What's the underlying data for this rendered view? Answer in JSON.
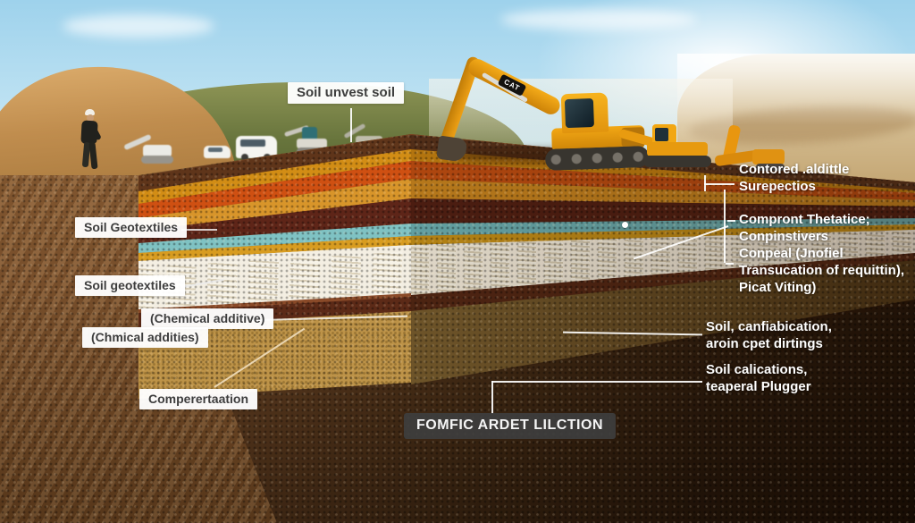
{
  "labels": {
    "top_surface": "Soil unvest soil",
    "left": [
      "Soil Geotextiles",
      "Soil geotextiles",
      "(Chemical additive)",
      "(Chmical addities)",
      "Comperertaation"
    ],
    "badge": "FOMFIC ARDET LILCTION",
    "right": [
      "Contored .aldittle\nSurepectios",
      "Compront Thetatice;\nConpinstivers\nConpeal (Jnofiel\nTransucation of requittin),\nPicat Viting)",
      "Soil, canfiabication,\naroin cpet dirtings",
      "Soil calications,\nteaperal Plugger"
    ]
  },
  "equipment": {
    "logo": "CAT"
  },
  "palette": {
    "sky": "#9ed2ec",
    "stratum_gravel": "#5f351a",
    "stratum_gold": "#d28d15",
    "stratum_orange": "#cf5012",
    "stratum_amber": "#d8952a",
    "stratum_maroon": "#5e2518",
    "stratum_teal": "#7fc2c3",
    "stratum_mustard": "#d89c20",
    "geocell_white": "#ece4d4",
    "ledge_brown": "#5c2a17",
    "tan_fill": "#bd9348",
    "soil_dark": "#2a1a0e",
    "machine_orange": "#f2a715",
    "label_bg": "#ffffff",
    "badge_bg": "#3e3e3e"
  }
}
